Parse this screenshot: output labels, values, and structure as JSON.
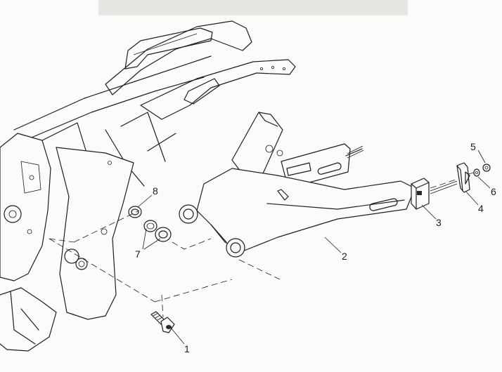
{
  "diagram": {
    "watermark": "",
    "callouts": [
      {
        "id": "1",
        "text": "1"
      },
      {
        "id": "2",
        "text": "2"
      },
      {
        "id": "3",
        "text": "3"
      },
      {
        "id": "4",
        "text": "4"
      },
      {
        "id": "5",
        "text": "5"
      },
      {
        "id": "6",
        "text": "6"
      },
      {
        "id": "7",
        "text": "7"
      },
      {
        "id": "8",
        "text": "8"
      }
    ]
  }
}
